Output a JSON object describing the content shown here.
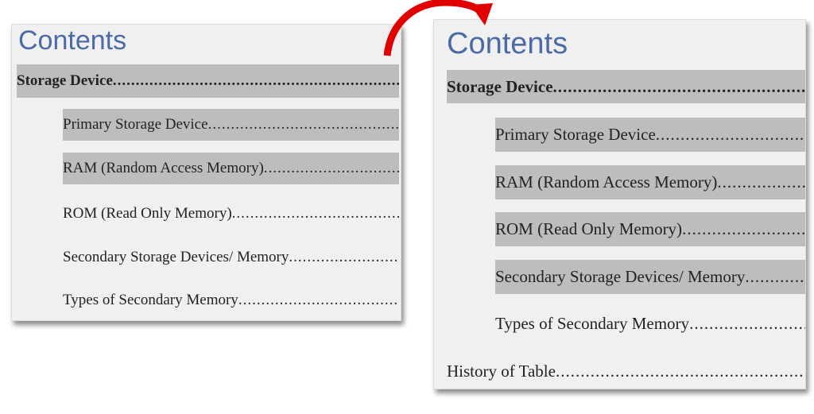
{
  "before": {
    "title": "Contents",
    "entries": [
      {
        "label": "Storage Device",
        "level": 1,
        "highlighted": true
      },
      {
        "label": "Primary Storage Device",
        "level": 2,
        "highlighted": true
      },
      {
        "label": "RAM (Random Access Memory) ",
        "level": 2,
        "highlighted": true
      },
      {
        "label": "ROM (Read Only Memory)",
        "level": 2,
        "highlighted": false
      },
      {
        "label": "Secondary Storage Devices/ Memory ",
        "level": 2,
        "highlighted": false
      },
      {
        "label": "Types of Secondary Memory ",
        "level": 2,
        "highlighted": false
      }
    ]
  },
  "after": {
    "title": "Contents",
    "entries": [
      {
        "label": "Storage Device",
        "level": 1,
        "highlighted": true
      },
      {
        "label": "Primary Storage Device",
        "level": 2,
        "highlighted": true
      },
      {
        "label": "RAM (Random Access Memory) ",
        "level": 2,
        "highlighted": true
      },
      {
        "label": "ROM (Read Only Memory)",
        "level": 2,
        "highlighted": true
      },
      {
        "label": "Secondary Storage Devices/ Memory ",
        "level": 2,
        "highlighted": true
      },
      {
        "label": "Types of Secondary Memory ",
        "level": 2,
        "highlighted": false
      },
      {
        "label": "History of Table",
        "level": 1,
        "highlighted": false
      }
    ]
  },
  "colors": {
    "title": "#4a6aa8",
    "highlight": "#bdbdbd",
    "arrow": "#e00000",
    "panel": "#f0f0f0"
  }
}
